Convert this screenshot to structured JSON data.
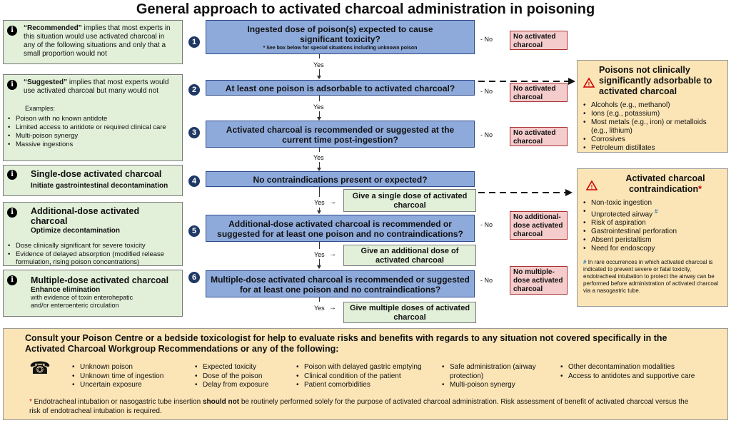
{
  "title": "General approach to activated charcoal administration in poisoning",
  "left": {
    "recommended": {
      "term": "“Recommended”",
      "text": " implies that most experts in this situation would use activated charcoal in any of the following situations and only that a small proportion would not"
    },
    "suggested": {
      "term": "“Suggested”",
      "text": " implies that most experts would use activated charcoal but many would not",
      "examples_label": "Examples:",
      "examples": [
        "Poison with no known antidote",
        "Limited access to antidote or required clinical care",
        "Multi-poison synergy",
        "Massive ingestions"
      ]
    },
    "single": {
      "heading": "Single-dose activated charcoal",
      "sub": "Initiate gastrointestinal decontamination"
    },
    "additional": {
      "heading": "Additional-dose activated charcoal",
      "sub": "Optimize decontamination",
      "items": [
        "Dose clinically significant for severe toxicity",
        "Evidence of delayed absorption (modified release formulation, rising poison concentrations)"
      ]
    },
    "multiple": {
      "heading": "Multiple-dose activated charcoal",
      "sub": "Enhance elimination",
      "note1": "with evidence of toxin enterohepatic",
      "note2": "and/or enteroenteric circulation"
    }
  },
  "steps": [
    {
      "num": "1",
      "text": "Ingested dose of poison(s) expected to cause significant toxicity?",
      "note": "* See box below for special situations including unknown poison",
      "no_label": "- No",
      "no_box": "No activated charcoal"
    },
    {
      "num": "2",
      "text": "At least one poison is adsorbable to activated charcoal?",
      "no_label": "- No",
      "no_box": "No activated charcoal"
    },
    {
      "num": "3",
      "text": "Activated charcoal is recommended or suggested at the current time post-ingestion?",
      "no_label": "- No",
      "no_box": "No activated charcoal"
    },
    {
      "num": "4",
      "text": "No contraindications present or expected?"
    },
    {
      "num": "5",
      "text": "Additional-dose activated charcoal is recommended or suggested for at least one poison and no contraindications?",
      "no_label": "- No",
      "no_box": "No additional-dose activated charcoal"
    },
    {
      "num": "6",
      "text": "Multiple-dose activated charcoal is recommended or suggested for at least one poison and no contraindications?",
      "no_label": "- No",
      "no_box": "No multiple-dose activated charcoal"
    }
  ],
  "yes_label": "Yes",
  "give": {
    "single": "Give a single dose of activated charcoal",
    "additional": "Give an additional dose of activated charcoal",
    "multiple": "Give multiple doses of activated charcoal"
  },
  "not_adsorbable": {
    "heading": "Poisons not clinically significantly adsorbable to activated charcoal",
    "items": [
      "Alcohols (e.g., methanol)",
      "Ions (e.g., potassium)",
      "Most metals (e.g., iron) or metalloids (e.g., lithium)",
      "Corrosives",
      "Petroleum distillates"
    ]
  },
  "contraindication": {
    "heading": "Activated charcoal contraindication",
    "star": "*",
    "items": [
      "Non-toxic ingestion",
      "Unprotected airway",
      "Risk of aspiration",
      "Gastrointestinal perforation",
      "Absent peristaltism",
      "Need for endoscopy"
    ],
    "hash": "#",
    "footnote": "In rare occurrences in which activated charcoal is indicated to prevent severe or fatal toxicity, endotracheal intubation to protect the airway can be performed before administration of activated charcoal via a nasogastric tube."
  },
  "consult": {
    "heading": "Consult your Poison Centre or a bedside toxicologist for help to evaluate risks and benefits with regards to any situation not covered specifically in the Activated Charcoal Workgroup Recommendations or any of the following:",
    "col1": [
      "Unknown poison",
      "Unknown time of ingestion",
      "Uncertain exposure"
    ],
    "col2": [
      "Expected toxicity",
      "Dose of the poison",
      "Delay from exposure"
    ],
    "col3": [
      "Poison with delayed gastric emptying",
      "Clinical condition of the patient",
      "Patient comorbidities"
    ],
    "col4": [
      "Safe administration (airway protection)",
      "Multi-poison synergy"
    ],
    "col5": [
      "Other decontamination modalities",
      "Access to antidotes and supportive care"
    ],
    "footnote_star": "*",
    "footnote_pre": " Endotracheal intubation or nasogastric tube insertion ",
    "footnote_bold": "should not",
    "footnote_post": " be routinely performed solely for the purpose of activated charcoal administration. Risk assessment of benefit of activated charcoal versus the risk of endotracheal intubation is required."
  },
  "colors": {
    "green": "#e2efd9",
    "blue": "#8eaadb",
    "pink": "#f4cccc",
    "orange": "#fbe5b6",
    "navy": "#1f3864"
  },
  "icons": {
    "info": "info-icon",
    "warning": "warning-icon",
    "phone": "phone-icon"
  }
}
